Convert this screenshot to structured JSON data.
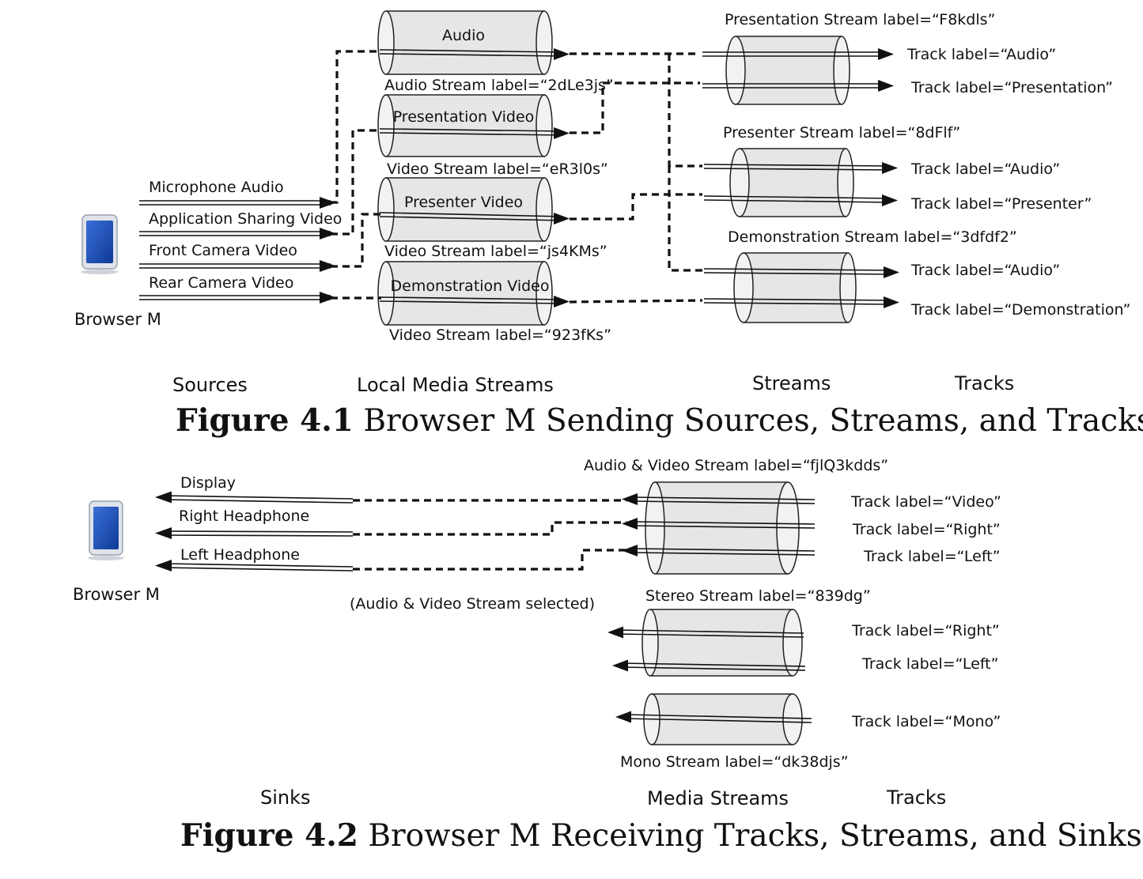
{
  "figure1": {
    "title_number": "Figure 4.1",
    "title_text": " Browser M Sending Sources, Streams, and Tracks",
    "browser_label": "Browser M",
    "sources": [
      "Microphone Audio",
      "Application Sharing Video",
      "Front Camera Video",
      "Rear Camera Video"
    ],
    "local_streams": [
      {
        "name": "Audio",
        "stream_label": "Audio Stream label=“2dLe3js”"
      },
      {
        "name": "Presentation Video",
        "stream_label": "Video Stream label=“eR3l0s”"
      },
      {
        "name": "Presenter Video",
        "stream_label": "Video Stream label=“js4KMs”"
      },
      {
        "name": "Demonstration Video",
        "stream_label": "Video Stream label=“923fKs”"
      }
    ],
    "streams": [
      {
        "label": "Presentation Stream label=“F8kdls”",
        "tracks": [
          "Track label=“Audio”",
          "Track label=“Presentation”"
        ]
      },
      {
        "label": "Presenter Stream label=“8dFlf”",
        "tracks": [
          "Track label=“Audio”",
          "Track label=“Presenter”"
        ]
      },
      {
        "label": "Demonstration Stream label=“3dfdf2”",
        "tracks": [
          "Track label=“Audio”",
          "Track label=“Demonstration”"
        ]
      }
    ],
    "column_captions": {
      "sources": "Sources",
      "local": "Local Media Streams",
      "streams": "Streams",
      "tracks": "Tracks"
    }
  },
  "figure2": {
    "title_number": "Figure 4.2",
    "title_text": " Browser M Receiving Tracks, Streams, and Sinks",
    "browser_label": "Browser M",
    "sinks": [
      "Display",
      "Right Headphone",
      "Left Headphone"
    ],
    "selected_note": "(Audio & Video Stream selected)",
    "streams": [
      {
        "label": "Audio & Video Stream label=“fjlQ3kdds”",
        "tracks": [
          "Track label=“Video”",
          "Track label=“Right”",
          "Track label=“Left”"
        ]
      },
      {
        "label": "Stereo Stream label=“839dg”",
        "tracks": [
          "Track label=“Right”",
          "Track label=“Left”"
        ]
      },
      {
        "label": "Mono Stream label=“dk38djs”",
        "tracks": [
          "Track label=“Mono”"
        ]
      }
    ],
    "column_captions": {
      "sinks": "Sinks",
      "media": "Media Streams",
      "tracks": "Tracks"
    }
  },
  "colors": {
    "device_screen": "#1d4fb5",
    "device_body": "#dfe3ea",
    "cylinder": "#e6e6e6"
  }
}
